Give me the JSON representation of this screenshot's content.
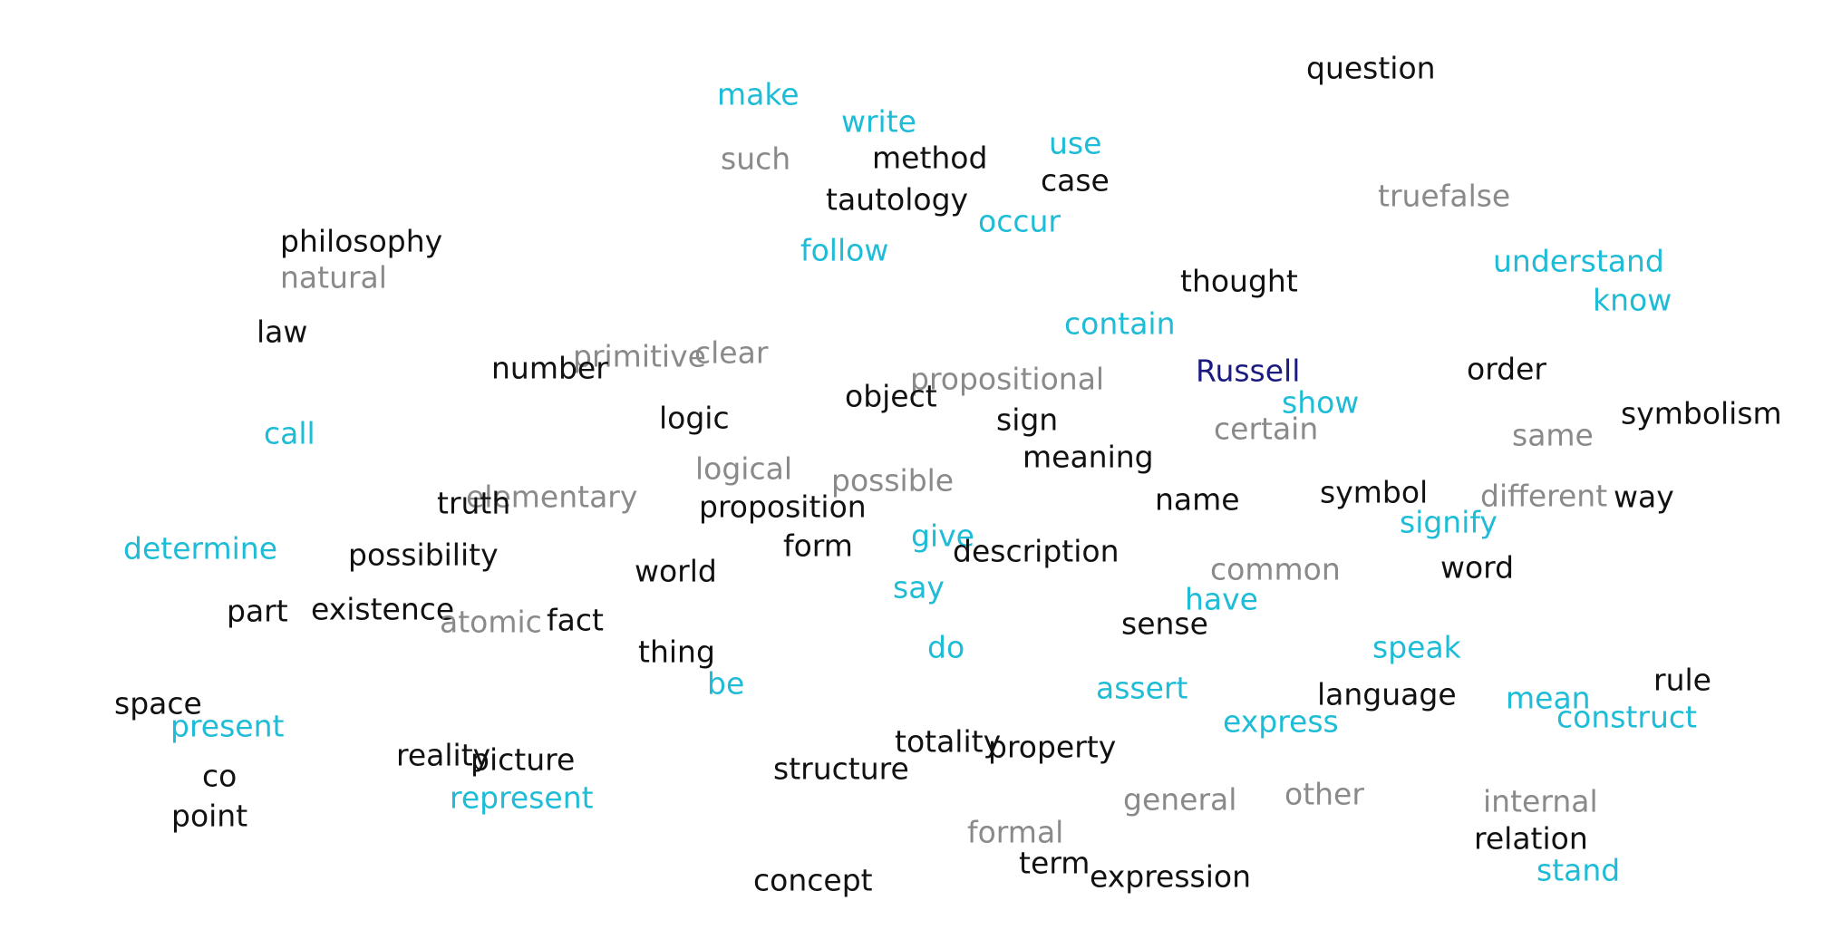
{
  "colors": {
    "noun": "#111111",
    "verb": "#1ebcd6",
    "adjective": "#8a8a8a",
    "proper_noun": "#1a1a80"
  },
  "words": [
    {
      "text": "question",
      "category": "noun"
    },
    {
      "text": "make",
      "category": "verb"
    },
    {
      "text": "write",
      "category": "verb"
    },
    {
      "text": "use",
      "category": "verb"
    },
    {
      "text": "such",
      "category": "adjective"
    },
    {
      "text": "method",
      "category": "noun"
    },
    {
      "text": "case",
      "category": "noun"
    },
    {
      "text": "truefalse",
      "category": "adjective"
    },
    {
      "text": "tautology",
      "category": "noun"
    },
    {
      "text": "occur",
      "category": "verb"
    },
    {
      "text": "philosophy",
      "category": "noun"
    },
    {
      "text": "follow",
      "category": "verb"
    },
    {
      "text": "understand",
      "category": "verb"
    },
    {
      "text": "natural",
      "category": "adjective"
    },
    {
      "text": "thought",
      "category": "noun"
    },
    {
      "text": "know",
      "category": "verb"
    },
    {
      "text": "contain",
      "category": "verb"
    },
    {
      "text": "law",
      "category": "noun"
    },
    {
      "text": "primitive",
      "category": "adjective"
    },
    {
      "text": "clear",
      "category": "adjective"
    },
    {
      "text": "number",
      "category": "noun"
    },
    {
      "text": "Russell",
      "category": "proper_noun"
    },
    {
      "text": "order",
      "category": "noun"
    },
    {
      "text": "propositional",
      "category": "adjective"
    },
    {
      "text": "object",
      "category": "noun"
    },
    {
      "text": "show",
      "category": "verb"
    },
    {
      "text": "symbolism",
      "category": "noun"
    },
    {
      "text": "logic",
      "category": "noun"
    },
    {
      "text": "sign",
      "category": "noun"
    },
    {
      "text": "call",
      "category": "verb"
    },
    {
      "text": "certain",
      "category": "adjective"
    },
    {
      "text": "same",
      "category": "adjective"
    },
    {
      "text": "meaning",
      "category": "noun"
    },
    {
      "text": "logical",
      "category": "adjective"
    },
    {
      "text": "possible",
      "category": "adjective"
    },
    {
      "text": "elementary",
      "category": "adjective"
    },
    {
      "text": "symbol",
      "category": "noun"
    },
    {
      "text": "different",
      "category": "adjective"
    },
    {
      "text": "way",
      "category": "noun"
    },
    {
      "text": "truth",
      "category": "noun"
    },
    {
      "text": "name",
      "category": "noun"
    },
    {
      "text": "proposition",
      "category": "noun"
    },
    {
      "text": "signify",
      "category": "verb"
    },
    {
      "text": "give",
      "category": "verb"
    },
    {
      "text": "determine",
      "category": "verb"
    },
    {
      "text": "form",
      "category": "noun"
    },
    {
      "text": "description",
      "category": "noun"
    },
    {
      "text": "possibility",
      "category": "noun"
    },
    {
      "text": "world",
      "category": "noun"
    },
    {
      "text": "common",
      "category": "adjective"
    },
    {
      "text": "word",
      "category": "noun"
    },
    {
      "text": "say",
      "category": "verb"
    },
    {
      "text": "have",
      "category": "verb"
    },
    {
      "text": "part",
      "category": "noun"
    },
    {
      "text": "existence",
      "category": "noun"
    },
    {
      "text": "atomic",
      "category": "adjective"
    },
    {
      "text": "fact",
      "category": "noun"
    },
    {
      "text": "sense",
      "category": "noun"
    },
    {
      "text": "do",
      "category": "verb"
    },
    {
      "text": "speak",
      "category": "verb"
    },
    {
      "text": "thing",
      "category": "noun"
    },
    {
      "text": "rule",
      "category": "noun"
    },
    {
      "text": "be",
      "category": "verb"
    },
    {
      "text": "assert",
      "category": "verb"
    },
    {
      "text": "language",
      "category": "noun"
    },
    {
      "text": "mean",
      "category": "verb"
    },
    {
      "text": "space",
      "category": "noun"
    },
    {
      "text": "construct",
      "category": "verb"
    },
    {
      "text": "present",
      "category": "verb"
    },
    {
      "text": "express",
      "category": "verb"
    },
    {
      "text": "totality",
      "category": "noun"
    },
    {
      "text": "property",
      "category": "noun"
    },
    {
      "text": "reality",
      "category": "noun"
    },
    {
      "text": "picture",
      "category": "noun"
    },
    {
      "text": "structure",
      "category": "noun"
    },
    {
      "text": "co",
      "category": "noun"
    },
    {
      "text": "other",
      "category": "adjective"
    },
    {
      "text": "general",
      "category": "adjective"
    },
    {
      "text": "internal",
      "category": "adjective"
    },
    {
      "text": "represent",
      "category": "verb"
    },
    {
      "text": "point",
      "category": "noun"
    },
    {
      "text": "formal",
      "category": "adjective"
    },
    {
      "text": "relation",
      "category": "noun"
    },
    {
      "text": "term",
      "category": "noun"
    },
    {
      "text": "stand",
      "category": "verb"
    },
    {
      "text": "concept",
      "category": "noun"
    },
    {
      "text": "expression",
      "category": "noun"
    }
  ]
}
